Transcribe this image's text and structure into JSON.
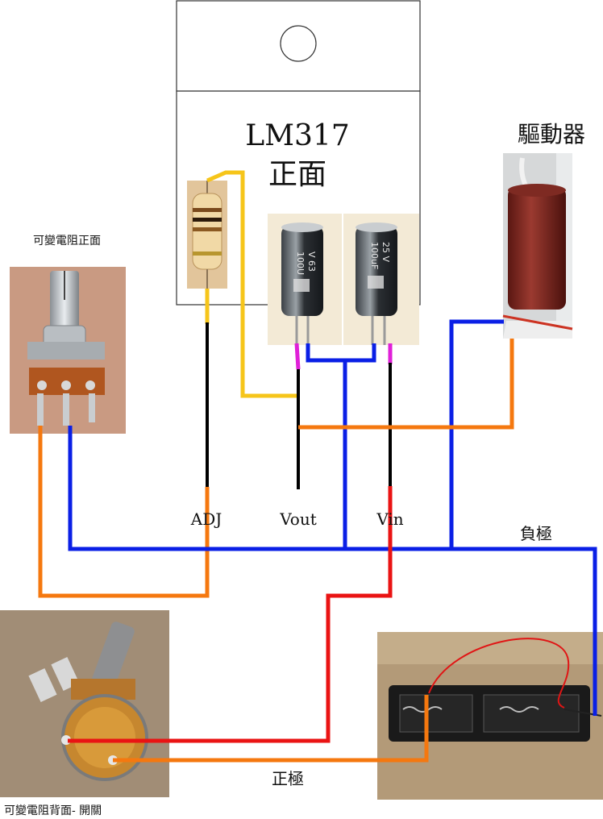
{
  "chip": {
    "name": "LM317",
    "face": "正面"
  },
  "driver": {
    "label": "驅動器"
  },
  "potentiometer_front": {
    "label": "可變電阻正面"
  },
  "potentiometer_back": {
    "label": "可變電阻背面- 開關"
  },
  "pins": {
    "adj": "ADJ",
    "vout": "Vout",
    "vin": "Vin"
  },
  "terminals": {
    "negative": "負極",
    "positive": "正極"
  },
  "capacitors": {
    "left_text": [
      "100U",
      "V 63"
    ],
    "right_text": [
      "100uF",
      "25 V"
    ]
  },
  "wire_colors": {
    "blue": "#0a1fe6",
    "orange": "#f5780f",
    "red": "#ea1313",
    "black": "#000000",
    "yellow": "#f6c51a",
    "magenta": "#e020d8"
  }
}
